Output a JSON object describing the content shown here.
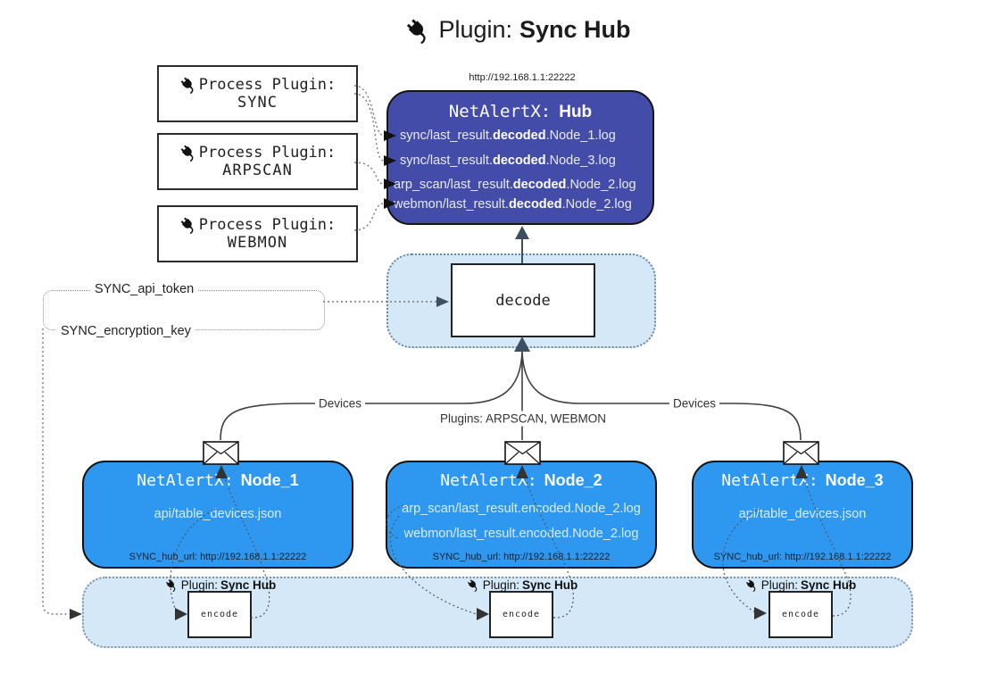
{
  "title": {
    "label": "Plugin:",
    "name": "Sync Hub"
  },
  "hub": {
    "url": "http://192.168.1.1:22222",
    "prefix": "NetAlertX:",
    "name": "Hub",
    "files": [
      {
        "pre": "sync/last_result.",
        "bold": "decoded",
        "post": ".Node_1.log"
      },
      {
        "pre": "sync/last_result.",
        "bold": "decoded",
        "post": ".Node_3.log"
      },
      {
        "pre": "arp_scan/last_result.",
        "bold": "decoded",
        "post": ".Node_2.log"
      },
      {
        "pre": "webmon/last_result.",
        "bold": "decoded",
        "post": ".Node_2.log"
      }
    ]
  },
  "process_plugins": [
    {
      "label": "Process Plugin:",
      "name": "SYNC"
    },
    {
      "label": "Process Plugin:",
      "name": "ARPSCAN"
    },
    {
      "label": "Process Plugin:",
      "name": "WEBMON"
    }
  ],
  "decode": {
    "label": "decode"
  },
  "settings": {
    "api_token": "SYNC_api_token",
    "encryption_key": "SYNC_encryption_key"
  },
  "edge_labels": {
    "devices_left": "Devices",
    "devices_right": "Devices",
    "plugins": "Plugins: ARPSCAN, WEBMON"
  },
  "nodes": [
    {
      "prefix": "NetAlertX:",
      "name": "Node_1",
      "files": [
        "api/table_devices.json"
      ],
      "hub_url": "SYNC_hub_url: http://192.168.1.1:22222"
    },
    {
      "prefix": "NetAlertX:",
      "name": "Node_2",
      "files": [
        "arp_scan/last_result.encoded.Node_2.log",
        "webmon/last_result.encoded.Node_2.log"
      ],
      "hub_url": "SYNC_hub_url: http://192.168.1.1:22222"
    },
    {
      "prefix": "NetAlertX:",
      "name": "Node_3",
      "files": [
        "api/table_devices.json"
      ],
      "hub_url": "SYNC_hub_url: http://192.168.1.1:22222"
    }
  ],
  "encoder_band": {
    "plugin_label": "Plugin:",
    "plugin_name": "Sync Hub",
    "encode_label": "encode"
  },
  "colors": {
    "hub": "#434ca8",
    "node": "#2e97ef",
    "panel": "#d5e8f8",
    "arrow": "#3d4f63"
  }
}
